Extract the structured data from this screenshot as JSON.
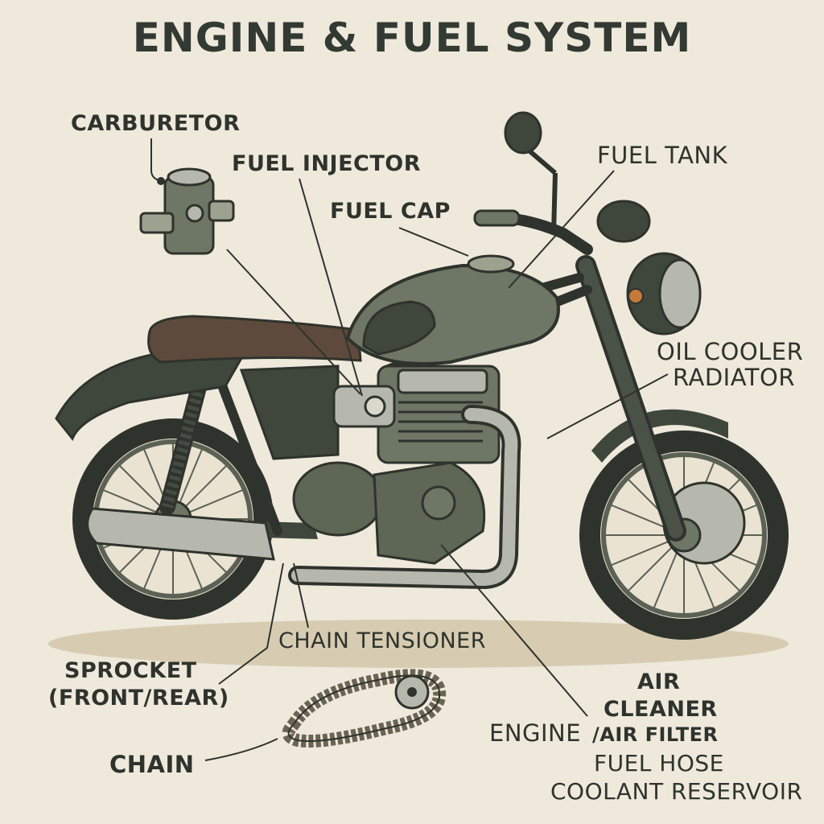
{
  "title": "ENGINE & FUEL SYSTEM",
  "labels": {
    "carburetor": "CARBURETOR",
    "fuel_injector": "FUEL INJECTOR",
    "fuel_cap": "FUEL CAP",
    "fuel_tank": "FUEL TANK",
    "oil_cooler": "OIL COOLER",
    "radiator": "RADIATOR",
    "chain_tensioner": "CHAIN TENSIONER",
    "sprocket_line1": "SPROCKET",
    "sprocket_line2": "(FRONT/REAR)",
    "chain": "CHAIN",
    "air_line1": "AIR",
    "air_line2": "CLEANER",
    "engine": "ENGINE",
    "air_filter": "/AIR FILTER",
    "fuel_hose": "FUEL HOSE",
    "coolant_reservoir": "COOLANT RESERVOIR"
  },
  "colors": {
    "background": "#efe9dc",
    "ink": "#2e332d",
    "body_green": "#6e7665",
    "dark_green": "#3f473d",
    "seat_brown": "#5e4a3c",
    "chrome": "#b7b8ad",
    "tire": "#2f332d",
    "shadow": "#d7ccb1"
  }
}
